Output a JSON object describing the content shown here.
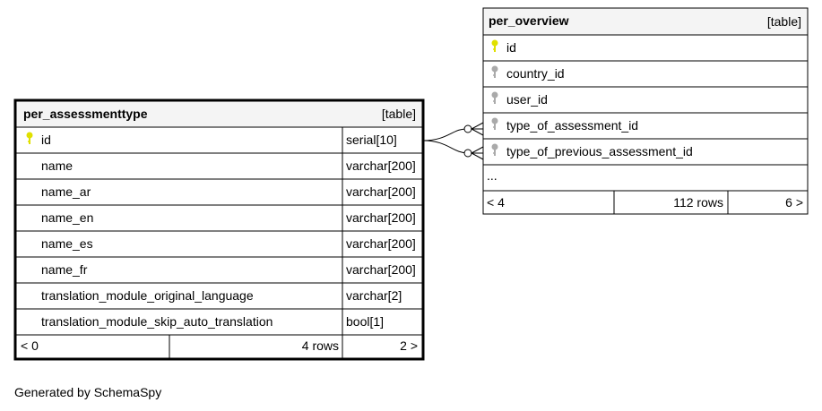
{
  "left_table": {
    "name": "per_assessmenttype",
    "kind": "[table]",
    "columns": [
      {
        "name": "id",
        "type": "serial[10]",
        "key": "primary"
      },
      {
        "name": "name",
        "type": "varchar[200]",
        "key": ""
      },
      {
        "name": "name_ar",
        "type": "varchar[200]",
        "key": ""
      },
      {
        "name": "name_en",
        "type": "varchar[200]",
        "key": ""
      },
      {
        "name": "name_es",
        "type": "varchar[200]",
        "key": ""
      },
      {
        "name": "name_fr",
        "type": "varchar[200]",
        "key": ""
      },
      {
        "name": "translation_module_original_language",
        "type": "varchar[2]",
        "key": ""
      },
      {
        "name": "translation_module_skip_auto_translation",
        "type": "bool[1]",
        "key": ""
      }
    ],
    "footer": {
      "parents": "< 0",
      "rows": "4 rows",
      "children": "2 >"
    }
  },
  "right_table": {
    "name": "per_overview",
    "kind": "[table]",
    "columns": [
      {
        "name": "id",
        "key": "primary"
      },
      {
        "name": "country_id",
        "key": "foreign"
      },
      {
        "name": "user_id",
        "key": "foreign"
      },
      {
        "name": "type_of_assessment_id",
        "key": "foreign"
      },
      {
        "name": "type_of_previous_assessment_id",
        "key": "foreign"
      }
    ],
    "more": "...",
    "footer": {
      "parents": "< 4",
      "rows": "112 rows",
      "children": "6 >"
    }
  },
  "footer_text": "Generated by SchemaSpy",
  "colors": {
    "primary_key": "#e0e000",
    "foreign_key": "#aaaaaa",
    "header_bg": "#f4f4f4"
  }
}
